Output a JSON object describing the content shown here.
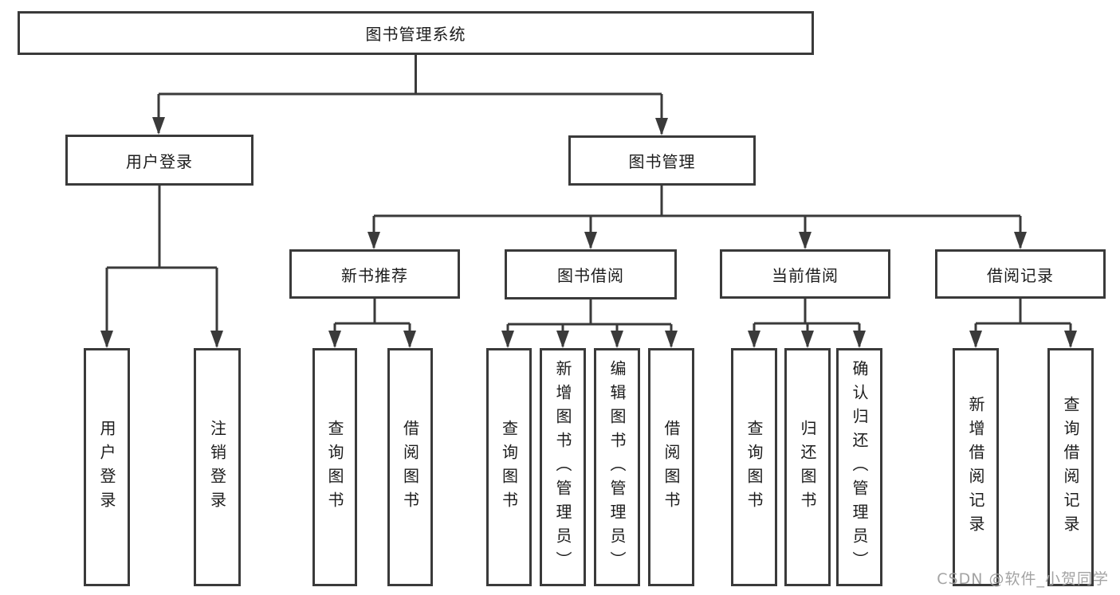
{
  "tree": {
    "root": "图书管理系统",
    "children": [
      {
        "label": "用户登录",
        "children": [
          "用户登录",
          "注销登录"
        ]
      },
      {
        "label": "图书管理",
        "children": [
          {
            "label": "新书推荐",
            "children": [
              "查询图书",
              "借阅图书"
            ]
          },
          {
            "label": "图书借阅",
            "children": [
              "查询图书",
              "新增图书（管理员）",
              "编辑图书（管理员）",
              "借阅图书"
            ]
          },
          {
            "label": "当前借阅",
            "children": [
              "查询图书",
              "归还图书",
              "确认归还（管理员）"
            ]
          },
          {
            "label": "借阅记录",
            "children": [
              "新增借阅记录",
              "查询借阅记录"
            ]
          }
        ]
      }
    ]
  },
  "watermark": {
    "text": "CSDN @软件_小贺同学"
  },
  "colors": {
    "line": "#3a3a3a",
    "background": "#ffffff",
    "text": "#1c1c1c",
    "watermark": "#9e9e9e"
  }
}
